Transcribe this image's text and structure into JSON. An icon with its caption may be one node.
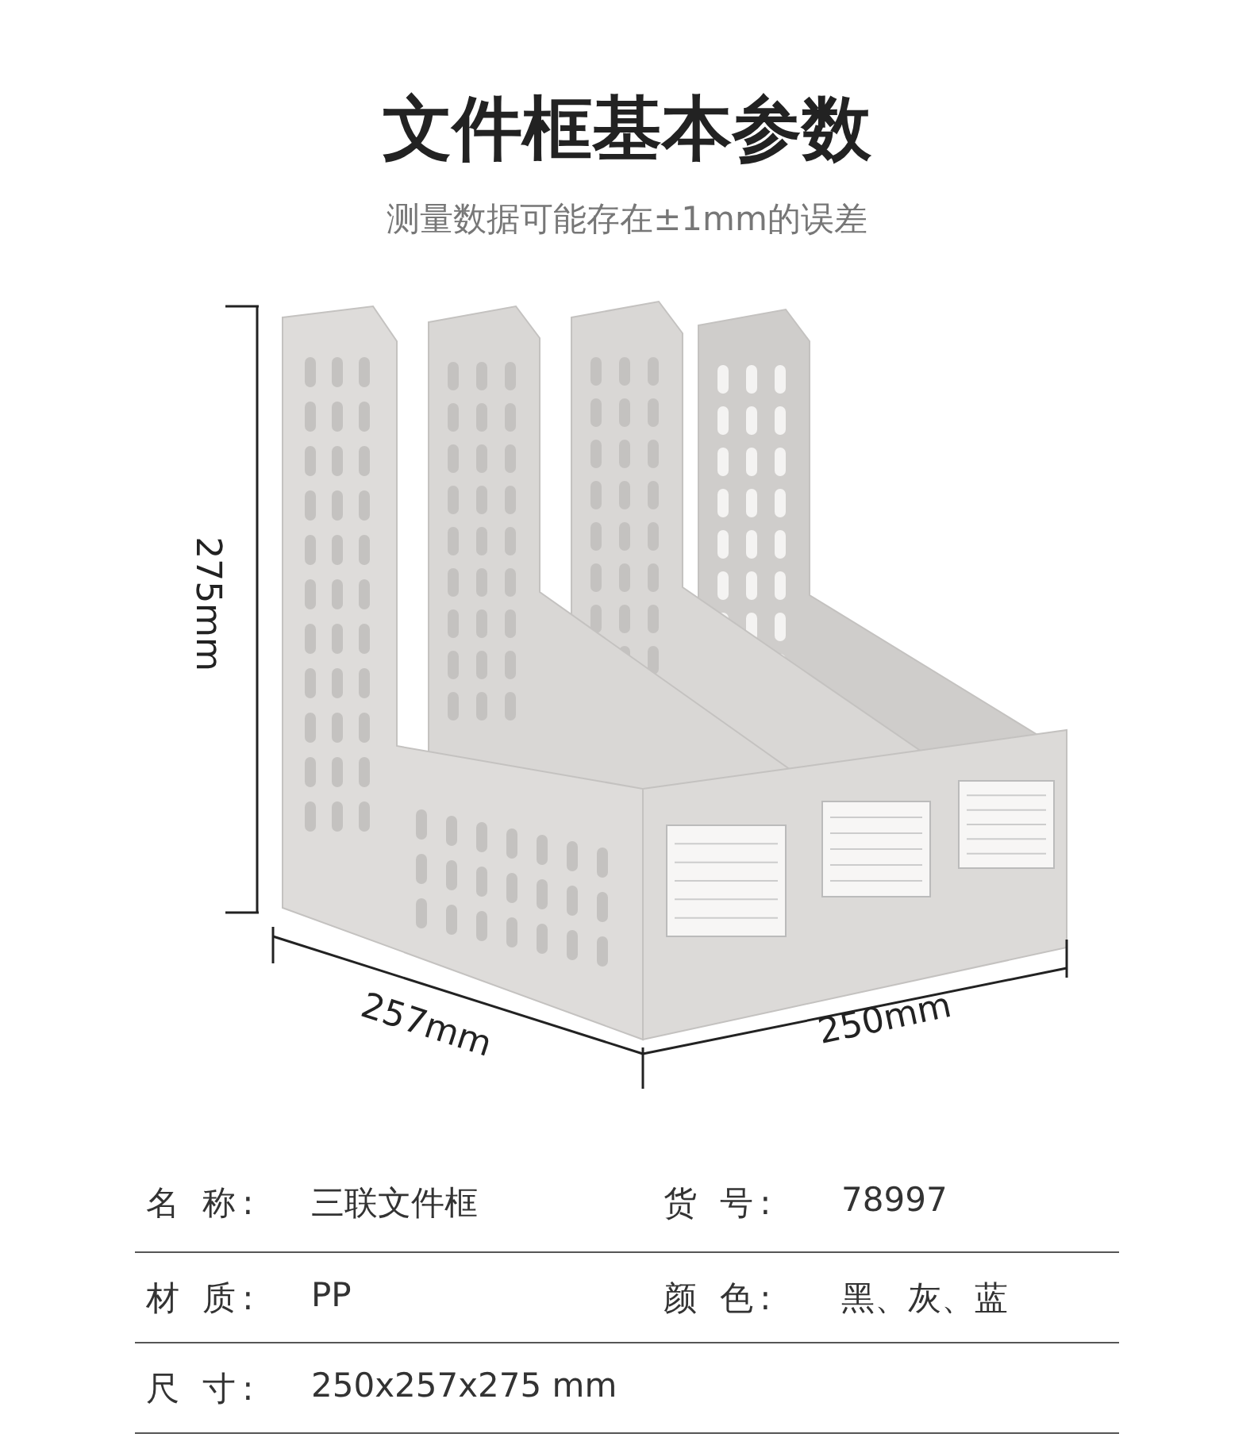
{
  "diagram": {
    "title": "文件框基本参数",
    "labels": [
      "测量数据可能存在±1mm的误差",
      "275mm",
      "257mm",
      "250mm",
      "名 称:",
      "三联文件框",
      "货 号:",
      "78997",
      "材 质:",
      "PP",
      "颜 色:",
      "黑、灰、蓝",
      "尺 寸:",
      "250x257x275 mm"
    ]
  }
}
